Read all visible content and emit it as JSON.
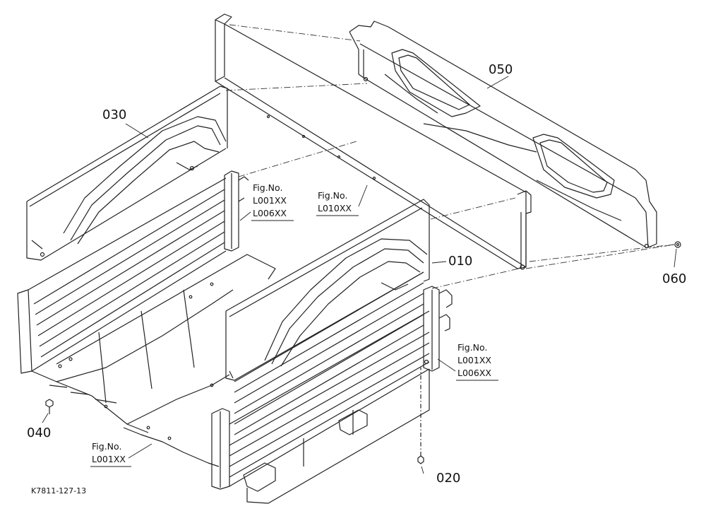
{
  "diagram": {
    "part_labels": {
      "p010": "010",
      "p020": "020",
      "p030": "030",
      "p040": "040",
      "p050": "050",
      "p060": "060"
    },
    "references": {
      "ref_left": {
        "fig": "Fig.No.",
        "line1": "L001XX",
        "line2": "L006XX"
      },
      "ref_center": {
        "fig": "Fig.No.",
        "line1": "L010XX"
      },
      "ref_right": {
        "fig": "Fig.No.",
        "line1": "L001XX",
        "line2": "L006XX"
      },
      "ref_bottom": {
        "fig": "Fig.No.",
        "line1": "L001XX"
      }
    },
    "drawing_code": "K7811-127-13"
  }
}
